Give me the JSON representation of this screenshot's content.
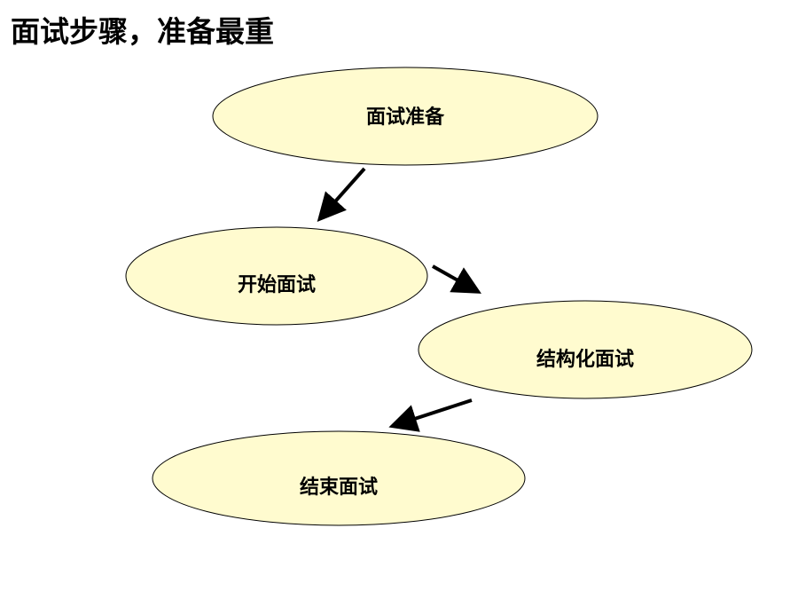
{
  "title": "面试步骤，准备最重",
  "colors": {
    "node_fill": "#fffbcf",
    "node_stroke": "#000000",
    "arrow": "#000000",
    "text": "#000000"
  },
  "nodes": [
    {
      "id": "prepare",
      "label": "面试准备"
    },
    {
      "id": "start",
      "label": "开始面试"
    },
    {
      "id": "structured",
      "label": "结构化面试"
    },
    {
      "id": "end",
      "label": "结束面试"
    }
  ],
  "edges": [
    {
      "from": "prepare",
      "to": "start"
    },
    {
      "from": "start",
      "to": "structured"
    },
    {
      "from": "structured",
      "to": "end"
    }
  ]
}
